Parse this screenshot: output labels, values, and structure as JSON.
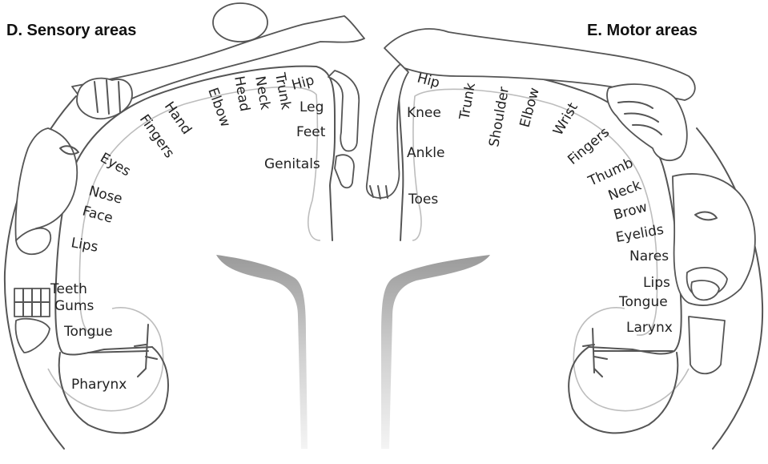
{
  "titles": {
    "sensory": "D. Sensory areas",
    "motor": "E. Motor areas"
  },
  "sensory_labels": {
    "hip": "Hip",
    "trunk": "Trunk",
    "neck": "Neck",
    "head": "Head",
    "elbow": "Elbow",
    "hand": "Hand",
    "fingers": "Fingers",
    "eyes": "Eyes",
    "nose": "Nose",
    "face": "Face",
    "lips": "Lips",
    "teeth": "Teeth",
    "gums": "Gums",
    "tongue": "Tongue",
    "pharynx": "Pharynx",
    "leg": "Leg",
    "feet": "Feet",
    "genitals": "Genitals"
  },
  "motor_labels": {
    "hip": "Hip",
    "knee": "Knee",
    "ankle": "Ankle",
    "toes": "Toes",
    "trunk": "Trunk",
    "shoulder": "Shoulder",
    "elbow": "Elbow",
    "wrist": "Wrist",
    "fingers": "Fingers",
    "thumb": "Thumb",
    "neck": "Neck",
    "brow": "Brow",
    "eyelids": "Eyelids",
    "nares": "Nares",
    "lips": "Lips",
    "tongue": "Tongue",
    "larynx": "Larynx"
  }
}
